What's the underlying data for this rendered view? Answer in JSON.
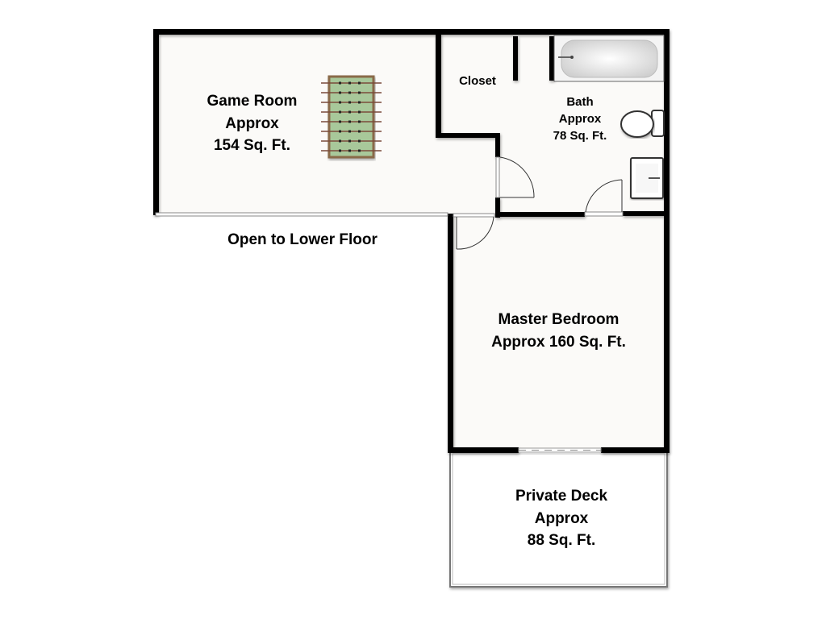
{
  "rooms": {
    "game_room": {
      "name": "Game Room",
      "approx": "Approx",
      "area": "154 Sq. Ft."
    },
    "closet": {
      "name": "Closet"
    },
    "bath": {
      "name": "Bath",
      "approx": "Approx",
      "area": "78 Sq. Ft."
    },
    "master_bedroom": {
      "name": "Master Bedroom",
      "area": "Approx 160 Sq. Ft."
    },
    "private_deck": {
      "name": "Private Deck",
      "approx": "Approx",
      "area": "88 Sq. Ft."
    }
  },
  "notes": {
    "open_to_lower": "Open to Lower Floor"
  },
  "colors": {
    "wall": "#000000",
    "floor": "#fbfaf8",
    "foosball": "#a8c89a"
  }
}
